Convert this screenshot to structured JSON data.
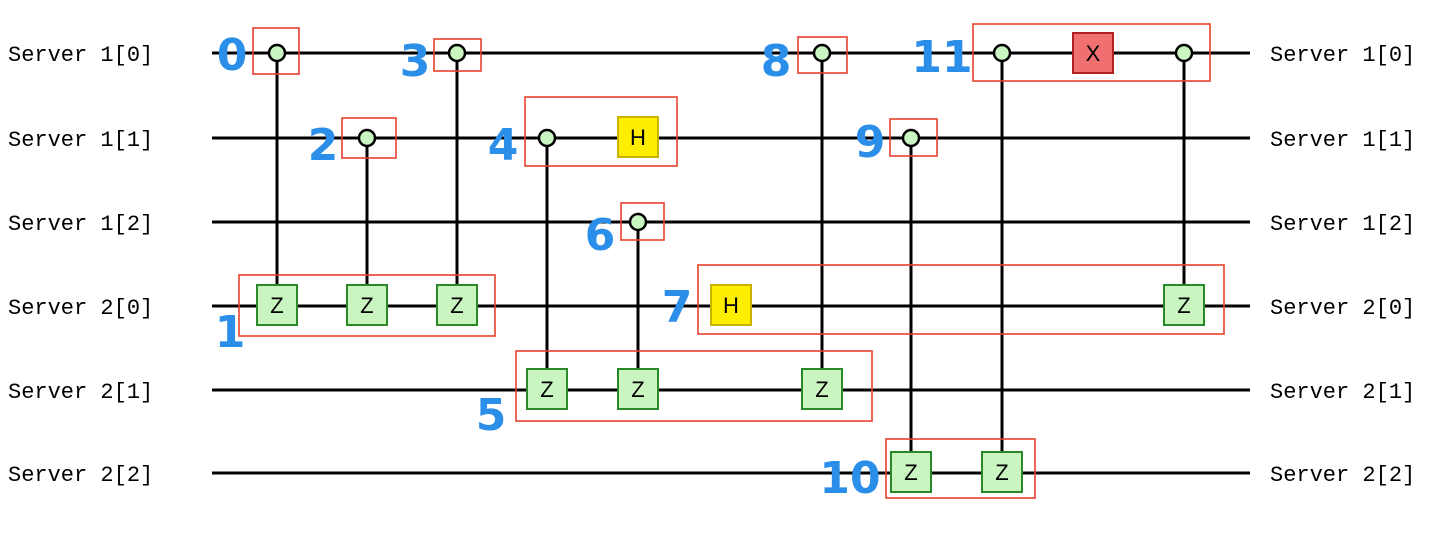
{
  "wires": [
    {
      "label": "Server 1[0]"
    },
    {
      "label": "Server 1[1]"
    },
    {
      "label": "Server 1[2]"
    },
    {
      "label": "Server 2[0]"
    },
    {
      "label": "Server 2[1]"
    },
    {
      "label": "Server 2[2]"
    }
  ],
  "gate_labels": {
    "z": "Z",
    "h": "H",
    "x": "X"
  },
  "group_numbers": [
    "0",
    "1",
    "2",
    "3",
    "4",
    "5",
    "6",
    "7",
    "8",
    "9",
    "10",
    "11"
  ],
  "colors": {
    "wire": "#000000",
    "group_box": "#e8412c",
    "group_number": "#2b8ee8",
    "z_fill": "#c8f5c0",
    "z_stroke": "#2a8a2a",
    "h_fill": "#ffee00",
    "h_stroke": "#c8b400",
    "x_fill": "#f07070",
    "x_stroke": "#b02020",
    "control_fill": "#c8f5c0"
  }
}
